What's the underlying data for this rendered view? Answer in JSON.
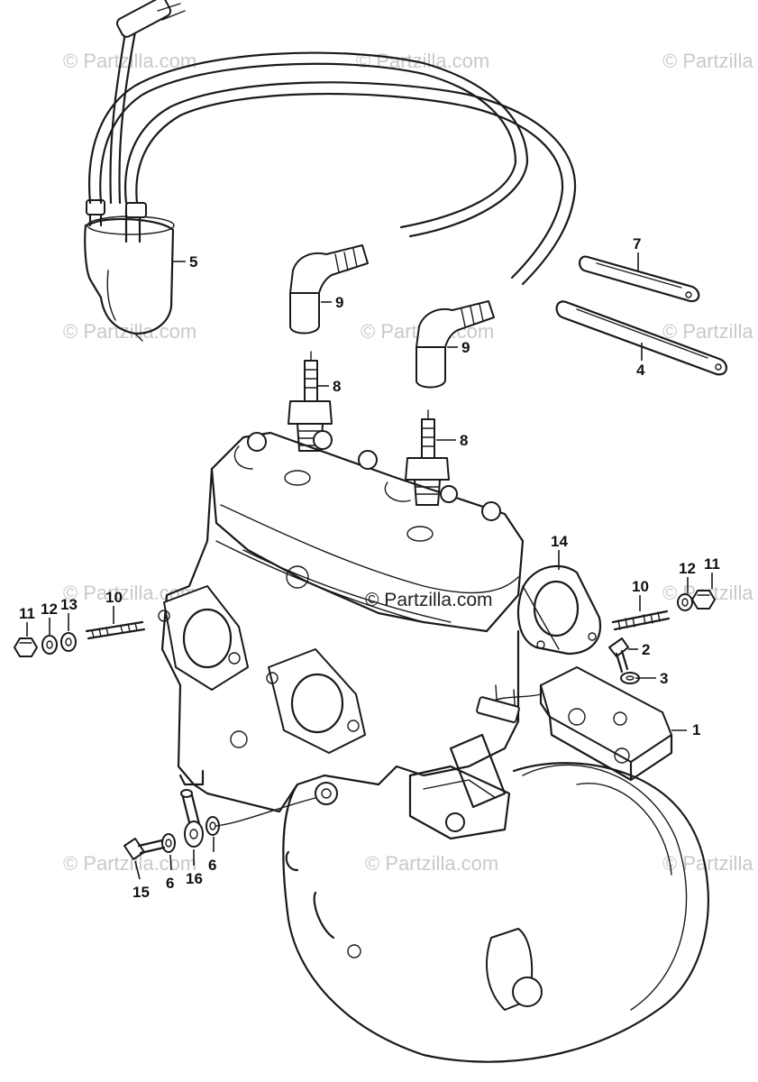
{
  "watermarks": {
    "brand": "© Partzilla.com",
    "brand_short": "© Partzilla",
    "center": "© Partzilla.com"
  },
  "callouts": [
    {
      "id": "c1",
      "label": "1"
    },
    {
      "id": "c2",
      "label": "2"
    },
    {
      "id": "c3",
      "label": "3"
    },
    {
      "id": "c4",
      "label": "4"
    },
    {
      "id": "c5",
      "label": "5"
    },
    {
      "id": "c6a",
      "label": "6"
    },
    {
      "id": "c6b",
      "label": "6"
    },
    {
      "id": "c7",
      "label": "7"
    },
    {
      "id": "c8a",
      "label": "8"
    },
    {
      "id": "c8b",
      "label": "8"
    },
    {
      "id": "c9a",
      "label": "9"
    },
    {
      "id": "c9b",
      "label": "9"
    },
    {
      "id": "c10a",
      "label": "10"
    },
    {
      "id": "c10b",
      "label": "10"
    },
    {
      "id": "c11a",
      "label": "11"
    },
    {
      "id": "c11b",
      "label": "11"
    },
    {
      "id": "c12a",
      "label": "12"
    },
    {
      "id": "c12b",
      "label": "12"
    },
    {
      "id": "c13",
      "label": "13"
    },
    {
      "id": "c14",
      "label": "14"
    },
    {
      "id": "c15",
      "label": "15"
    },
    {
      "id": "c16",
      "label": "16"
    }
  ]
}
